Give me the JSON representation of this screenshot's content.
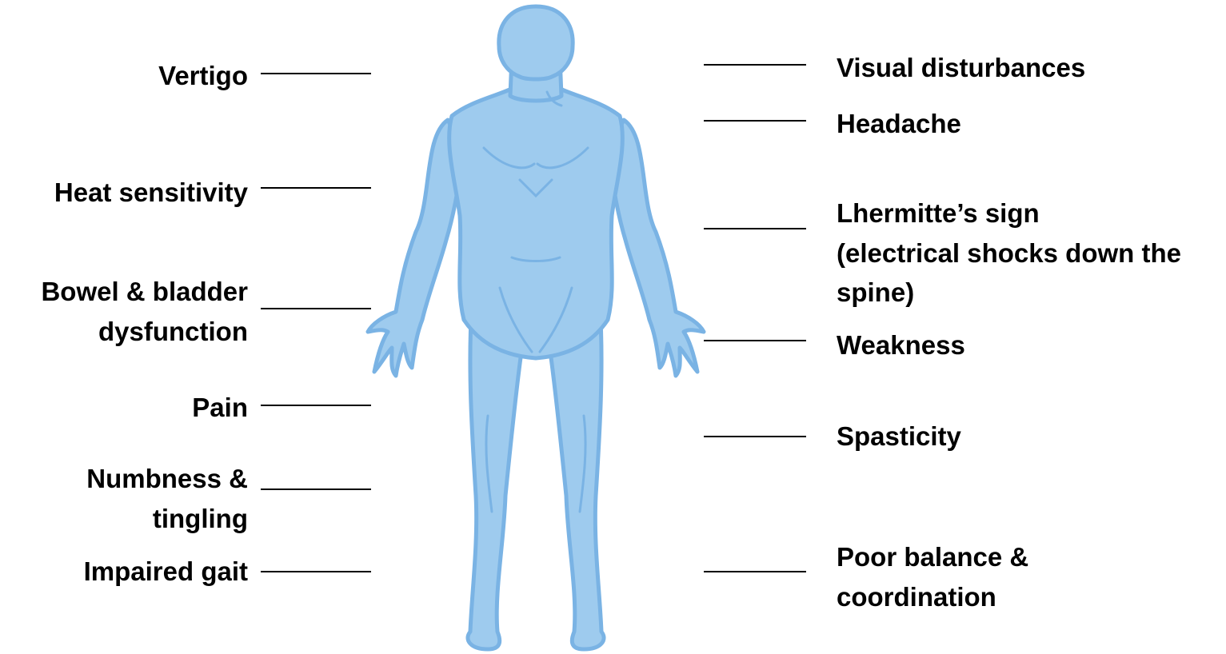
{
  "figure": {
    "icon": "human-body-icon",
    "body_color": "#9ecbee",
    "shade_color": "#7ab3e4",
    "line_color": "#000000"
  },
  "left_labels": [
    {
      "text": "Vertigo"
    },
    {
      "text": "Heat sensitivity"
    },
    {
      "lines": [
        "Bowel & bladder",
        "dysfunction"
      ]
    },
    {
      "text": "Pain"
    },
    {
      "lines": [
        "Numbness &",
        "tingling"
      ]
    },
    {
      "text": "Impaired gait"
    }
  ],
  "right_labels": [
    {
      "text": "Visual disturbances"
    },
    {
      "text": "Headache"
    },
    {
      "lines": [
        "Lhermitte’s sign",
        "(electrical shocks down the",
        "spine)"
      ]
    },
    {
      "text": "Weakness"
    },
    {
      "text": "Spasticity"
    },
    {
      "lines": [
        "Poor balance &",
        "coordination"
      ]
    }
  ]
}
